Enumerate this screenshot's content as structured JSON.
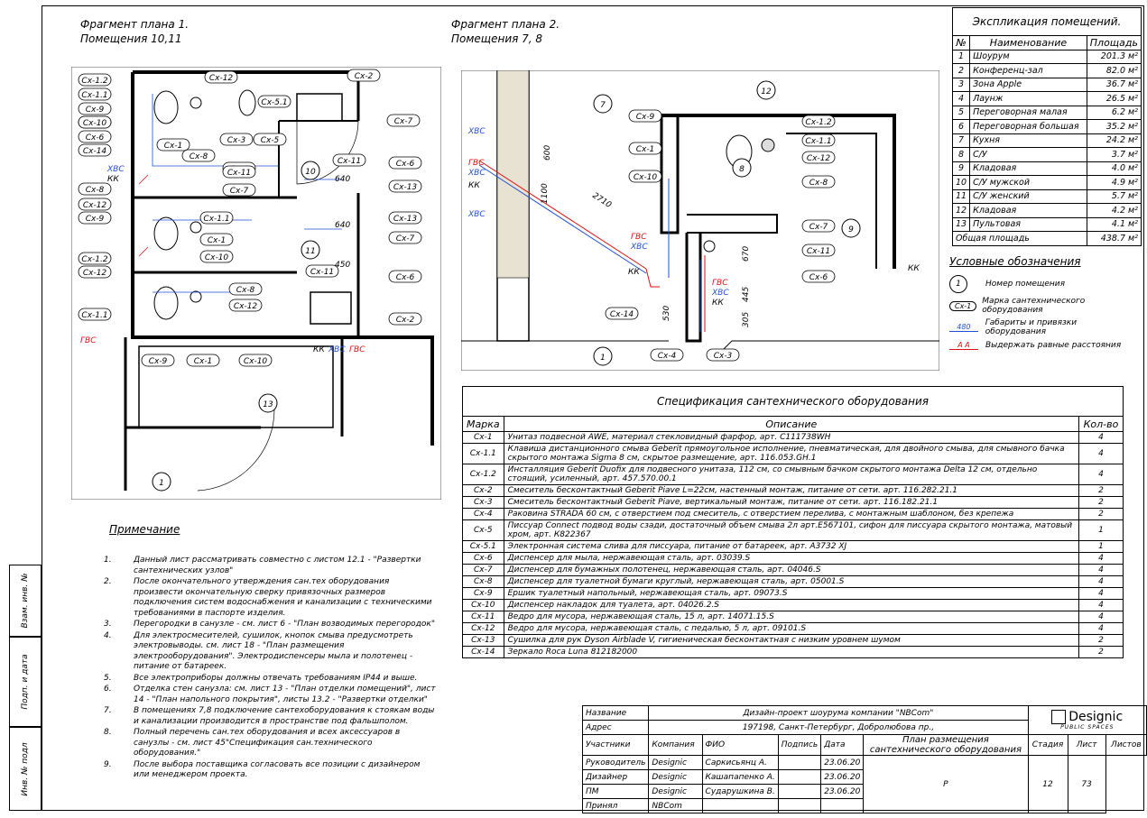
{
  "fragments": {
    "f1": {
      "title": "Фрагмент плана 1.",
      "subtitle": "Помещения 10,11"
    },
    "f2": {
      "title": "Фрагмент плана 2.",
      "subtitle": "Помещения 7, 8"
    }
  },
  "plan1": {
    "rooms": [
      "10",
      "11",
      "13",
      "1"
    ],
    "tags": [
      "Сх-1.2",
      "Сх-1.1",
      "Сх-9",
      "Сх-5",
      "Сх-10",
      "Сх-6",
      "Сх-14",
      "Сх-8",
      "Сх-12",
      "Сх-9",
      "Сх-1.2",
      "Сх-12",
      "Сх-1.1",
      "Сх-12",
      "Сх-1",
      "Сх-8",
      "Сх-4",
      "Сх-3",
      "Сх-11",
      "Сх-7",
      "Сх-5",
      "Сх-5.1",
      "Сх-2",
      "Сх-7",
      "Сх-11",
      "Сх-6",
      "Сх-13",
      "Сх-1.1",
      "Сх-1",
      "Сх-10",
      "Сх-8",
      "Сх-12",
      "Сх-13",
      "Сх-7",
      "Сх-11",
      "Сх-6",
      "Сх-2",
      "Сх-9",
      "Сх-1",
      "Сх-10"
    ],
    "dims": [
      "640",
      "640",
      "450"
    ],
    "utility": {
      "kk": "КК",
      "hvs": "ХВС",
      "gvs": "ГВС"
    }
  },
  "plan2": {
    "rooms": [
      "7",
      "12",
      "8",
      "9",
      "1"
    ],
    "tags": [
      "Сх-9",
      "Сх-1",
      "Сх-10",
      "Сх-1.2",
      "Сх-1.1",
      "Сх-12",
      "Сх-8",
      "Сх-7",
      "Сх-11",
      "Сх-6",
      "Сх-14",
      "Сх-4",
      "Сх-3"
    ],
    "dims": [
      "600",
      "1100",
      "2710",
      "670",
      "445",
      "305",
      "530"
    ]
  },
  "explication": {
    "title": "Экспликация помещений.",
    "headers": {
      "n": "№",
      "name": "Наименование",
      "area": "Площадь"
    },
    "rows": [
      {
        "n": "1",
        "name": "Шоурум",
        "area": "201.3 м²"
      },
      {
        "n": "2",
        "name": "Конференц-зал",
        "area": "82.0 м²"
      },
      {
        "n": "3",
        "name": "Зона Apple",
        "area": "36.7 м²"
      },
      {
        "n": "4",
        "name": "Лаунж",
        "area": "26.5 м²"
      },
      {
        "n": "5",
        "name": "Переговорная малая",
        "area": "6.2 м²"
      },
      {
        "n": "6",
        "name": "Переговорная большая",
        "area": "35.2 м²"
      },
      {
        "n": "7",
        "name": "Кухня",
        "area": "24.2 м²"
      },
      {
        "n": "8",
        "name": "С/У",
        "area": "3.7 м²"
      },
      {
        "n": "9",
        "name": "Кладовая",
        "area": "4.0 м²"
      },
      {
        "n": "10",
        "name": "С/У мужской",
        "area": "4.9 м²"
      },
      {
        "n": "11",
        "name": "С/У женский",
        "area": "5.7 м²"
      },
      {
        "n": "12",
        "name": "Кладовая",
        "area": "4.2 м²"
      },
      {
        "n": "13",
        "name": "Пультовая",
        "area": "4.1 м²"
      }
    ],
    "total_label": "Общая площадь",
    "total": "438.7 м²"
  },
  "legend": {
    "title": "Условные обозначения",
    "room_sym": "1",
    "room_text": "Номер помещения",
    "mark_sym": "Сх-1",
    "mark_text": "Марка сантехнического оборудования",
    "dim_sym": "480",
    "dim_text": "Габариты и привязки оборудования",
    "eq_text": "Выдержать равные расстояния"
  },
  "spec": {
    "title": "Спецификация сантехнического оборудования",
    "headers": {
      "mark": "Марка",
      "desc": "Описание",
      "qty": "Кол-во"
    },
    "rows": [
      {
        "mark": "Сх-1",
        "desc": "Унитаз подвесной AWE, материал стекловидный фарфор, арт. C111738WH",
        "qty": "4"
      },
      {
        "mark": "Сх-1.1",
        "desc": "Клавиша дистанционного смыва Geberit прямоугольное исполнение, пневматическая, для двойного смыва, для смывного бачка скрытого монтажа Sigma 8 см, скрытое размещение, арт. 116.053.GH.1",
        "qty": "4"
      },
      {
        "mark": "Сх-1.2",
        "desc": "Инсталляция Geberit Duofix для подвесного унитаза, 112 см, со смывным бачком скрытого монтажа Delta 12 см, отдельно стоящий, усиленный, арт. 457.570.00.1",
        "qty": "4"
      },
      {
        "mark": "Сх-2",
        "desc": "Смеситель бесконтактный Geberit Piave L=22см, настенный монтаж, питание от сети. арт. 116.282.21.1",
        "qty": "2"
      },
      {
        "mark": "Сх-3",
        "desc": "Смеситель бесконтактный Geberit Piave, вертикальный монтаж, питание от сети. арт. 116.182.21.1",
        "qty": "2"
      },
      {
        "mark": "Сх-4",
        "desc": "Раковина STRADA 60 см, с отверстием под смеситель, с отверстием перелива, с монтажным шаблоном, без крепежа",
        "qty": "2"
      },
      {
        "mark": "Сх-5",
        "desc": "Писсуар Connect подвод воды сзади, достаточный объем смыва 2л арт.Е567101, сифон для писсуара скрытого монтажа, матовый хром, арт. К822367",
        "qty": "1"
      },
      {
        "mark": "Сх-5.1",
        "desc": "Электронная система слива для писсуара, питание от батареек, арт. А3732 XJ",
        "qty": "1"
      },
      {
        "mark": "Сх-6",
        "desc": "Диспенсер для мыла, нержавеющая сталь, арт. 03039.S",
        "qty": "4"
      },
      {
        "mark": "Сх-7",
        "desc": "Диспенсер для бумажных полотенец, нержавеющая сталь, арт. 04046.S",
        "qty": "4"
      },
      {
        "mark": "Сх-8",
        "desc": "Диспенсер для туалетной бумаги круглый, нержавеющая сталь, арт. 05001.S",
        "qty": "4"
      },
      {
        "mark": "Сх-9",
        "desc": "Ершик туалетный напольный, нержавеющая сталь, арт. 09073.S",
        "qty": "4"
      },
      {
        "mark": "Сх-10",
        "desc": "Диспенсер накладок для туалета, арт. 04026.2.S",
        "qty": "4"
      },
      {
        "mark": "Сх-11",
        "desc": "Ведро для мусора, нержавеющая сталь, 15 л, арт. 14071.15.S",
        "qty": "4"
      },
      {
        "mark": "Сх-12",
        "desc": "Ведро для мусора, нержавеющая сталь, с педалью, 5 л, арт. 09101.S",
        "qty": "4"
      },
      {
        "mark": "Сх-13",
        "desc": "Сушилка для рук Dyson Airblade V, гигиеническая бесконтактная с низким уровнем шумом",
        "qty": "2"
      },
      {
        "mark": "Сх-14",
        "desc": "Зеркало Roca Luna 812182000",
        "qty": "2"
      }
    ]
  },
  "notes": {
    "title": "Примечание",
    "items": [
      {
        "n": "1.",
        "text": "Данный лист рассматривать совместно с листом 12.1 - \"Развертки сантехнических узлов\""
      },
      {
        "n": "2.",
        "text": "После окончательного утверждения сан.тех оборудования произвести окончательную сверку привязочных размеров подключения систем водоснабжения и канализации с техническими требованиями в паспорте изделия."
      },
      {
        "n": "3.",
        "text": "Перегородки в санузле - см. лист 6 - \"План возводимых перегородок\""
      },
      {
        "n": "4.",
        "text": "Для электросмесителей, сушилок, кнопок смыва предусмотреть электровыводы. см. лист 18 - \"План размещения электрооборудования\". Электродиспенсеры мыла и полотенец - питание от батареек."
      },
      {
        "n": "5.",
        "text": "Все электроприборы должны отвечать требованиям IP44 и выше."
      },
      {
        "n": "6.",
        "text": "Отделка стен санузла: см. лист 13 - \"План отделки помещений\", лист 14 - \"План напольного покрытия\", листы 13.2 - \"Развертки отделки\""
      },
      {
        "n": "7.",
        "text": "В помещениях 7,8 подключение сантехоборудования к стоякам воды и канализации производится в пространстве под фальшполом."
      },
      {
        "n": "8.",
        "text": "Полный перечень сан.тех оборудования и всех аксессуаров в санузлы - см. лист 45\"Спецификация сан.технического оборудования.\""
      },
      {
        "n": "9.",
        "text": "После выбора поставщика согласовать все позиции с дизайнером или менеджером проекта."
      }
    ]
  },
  "stamp": {
    "name_label": "Название",
    "name": "Дизайн-проект шоурума компании \"NBCom\"",
    "addr_label": "Адрес",
    "addr": "197198, Санкт-Петербург, Добролюбова пр.,",
    "h_part": "Участники",
    "h_company": "Компания",
    "h_fio": "ФИО",
    "h_sign": "Подпись",
    "h_date": "Дата",
    "people": [
      {
        "role": "Руководитель",
        "company": "Designic",
        "fio": "Саркисьянц А.",
        "date": "23.06.20"
      },
      {
        "role": "Дизайнер",
        "company": "Designic",
        "fio": "Кашапапенко А.",
        "date": "23.06.20"
      },
      {
        "role": "ПМ",
        "company": "Designic",
        "fio": "Сударушкина В.",
        "date": "23.06.20"
      },
      {
        "role": "Принял",
        "company": "NBCom",
        "fio": "",
        "date": ""
      }
    ],
    "sheet_title": "План размещения сантехнического оборудования",
    "stage_label": "Стадия",
    "stage": "Р",
    "sheet_label": "Лист",
    "sheet": "12",
    "sheets_label": "Листов",
    "sheets": "73",
    "brand": "Designic",
    "brand_sub": "PUBLIC SPACES"
  },
  "side": {
    "a": "Взам. инв. №",
    "b": "Подп. и дата",
    "c": "Инв. № подл"
  }
}
